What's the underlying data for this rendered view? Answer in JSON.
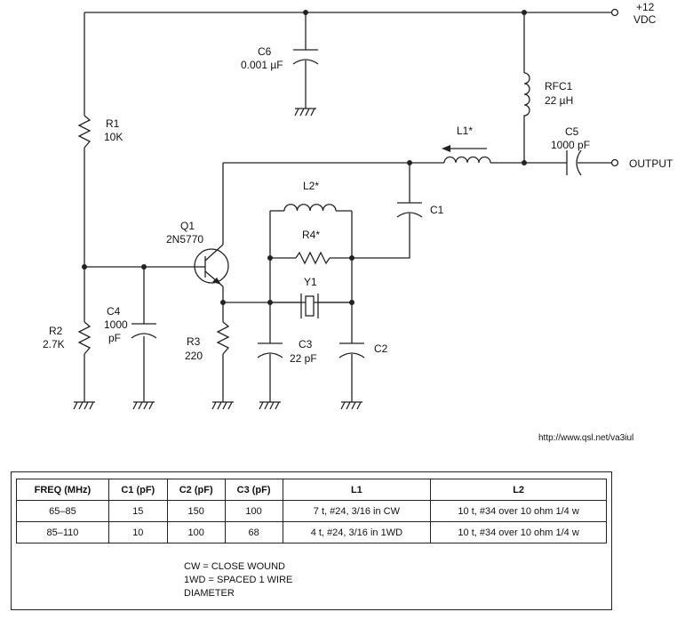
{
  "schematic": {
    "supply": [
      "+12",
      "VDC"
    ],
    "output": "OUTPUT",
    "components": {
      "c6": {
        "ref": "C6",
        "value": "0.001 µF"
      },
      "rfc1": {
        "ref": "RFC1",
        "value": "22 µH"
      },
      "r1": {
        "ref": "R1",
        "value": "10K"
      },
      "l1": {
        "ref": "L1*"
      },
      "c5": {
        "ref": "C5",
        "value": "1000 pF"
      },
      "c1": {
        "ref": "C1"
      },
      "l2": {
        "ref": "L2*"
      },
      "q1": {
        "ref": "Q1",
        "value": "2N5770"
      },
      "r4": {
        "ref": "R4*"
      },
      "y1": {
        "ref": "Y1"
      },
      "r2": {
        "ref": "R2",
        "value": "2.7K"
      },
      "c4": {
        "ref": "C4",
        "value": [
          "1000",
          "pF"
        ]
      },
      "r3": {
        "ref": "R3",
        "value": "220"
      },
      "c3": {
        "ref": "C3",
        "value": "22 pF"
      },
      "c2": {
        "ref": "C2"
      }
    }
  },
  "url": "http://www.qsl.net/va3iul",
  "parts_table": {
    "headers": [
      "FREQ (MHz)",
      "C1 (pF)",
      "C2 (pF)",
      "C3 (pF)",
      "L1",
      "L2"
    ],
    "rows": [
      [
        "65–85",
        "15",
        "150",
        "100",
        "7 t, #24, 3/16 in CW",
        "10 t, #34 over 10 ohm 1/4 w"
      ],
      [
        "85–110",
        "10",
        "100",
        "68",
        "4 t, #24, 3/16 in 1WD",
        "10 t, #34 over 10 ohm 1/4 w"
      ]
    ],
    "notes": [
      "CW = CLOSE WOUND",
      "1WD = SPACED 1 WIRE",
      "DIAMETER"
    ]
  }
}
